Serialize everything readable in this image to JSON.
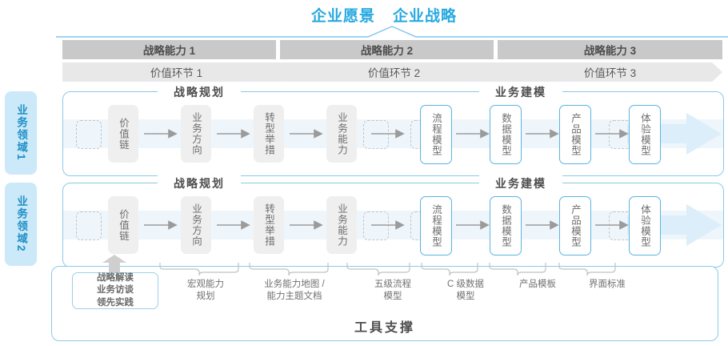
{
  "top": {
    "vision": "企业愿景",
    "strategy": "企业战略"
  },
  "capabilities": [
    {
      "label": "战略能力 1"
    },
    {
      "label": "战略能力 2"
    },
    {
      "label": "战略能力 3"
    }
  ],
  "value_links": [
    {
      "label": "价值环节 1"
    },
    {
      "label": "价值环节 2"
    },
    {
      "label": "价值环节 3"
    }
  ],
  "domains": [
    {
      "label": "业务领域",
      "num": "1"
    },
    {
      "label": "业务领域",
      "num": "2"
    }
  ],
  "sections": {
    "planning": "战略规划",
    "modeling": "业务建模"
  },
  "nodes": {
    "planning": [
      "价值链",
      "业务方向",
      "转型举措",
      "业务能力"
    ],
    "modeling": [
      "流程模型",
      "数据模型",
      "产品模型",
      "体验模型"
    ]
  },
  "tool": {
    "title": "工具支撑",
    "first_box": "战略解读\n业务访谈\n领先实践",
    "labels": [
      "宏观能力\n规划",
      "业务能力地图 /\n能力主题文档",
      "五级流程\n模型",
      "C 级数据\n模型",
      "产品模板",
      "界面标准"
    ]
  },
  "colors": {
    "brand_blue": "#27a9e0",
    "border_blue": "#8cc9e8",
    "node_blue": "#5bb4e0",
    "band_blue": "#eff6fb",
    "domain_bg": "#cbe9f8",
    "cap_gray": "#c9c9c9",
    "val_gray": "#e8e8e8",
    "text_gray": "#6b6b6b"
  }
}
